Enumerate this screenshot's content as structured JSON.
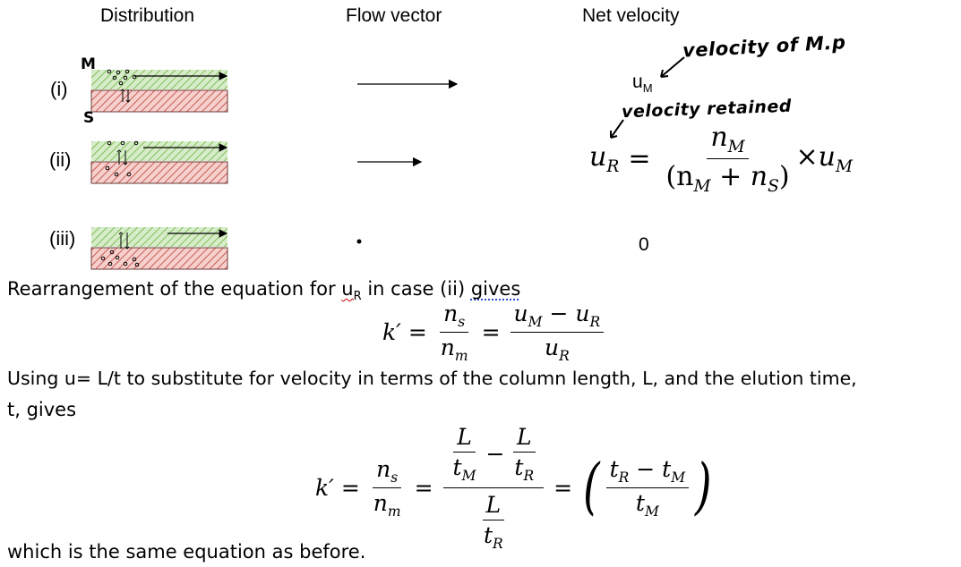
{
  "headers": {
    "distribution": "Distribution",
    "flow_vector": "Flow vector",
    "net_velocity": "Net velocity"
  },
  "cases": [
    "(i)",
    "(ii)",
    "(iii)"
  ],
  "annotations": {
    "m_label": "M",
    "s_label": "S",
    "velocity_mp": "velocity of M.p",
    "velocity_retained": "velocity retained"
  },
  "net_velocity": {
    "u_m": "u",
    "u_m_sub": "M",
    "eq_lhs": "u",
    "eq_lhs_sub": "R",
    "eq_num": "n",
    "eq_num_sub": "M",
    "eq_den_open": "(n",
    "eq_den_sub1": "M",
    "eq_den_plus": " + n",
    "eq_den_sub2": "S",
    "eq_den_close": ")",
    "eq_times": "×u",
    "eq_times_sub": "M",
    "zero": "0"
  },
  "text": {
    "line1_a": "Rearrangement of the equation for ",
    "line1_u": "u",
    "line1_sub": "R",
    "line1_b": " in case (ii) ",
    "line1_gives": "gives",
    "line2": "Using u= L/t to substitute for velocity in terms of the column length, L, and the elution time,",
    "line3": "t, gives",
    "line4": "which is the same equation as before."
  },
  "eq1": {
    "k": "k′",
    "eq": "=",
    "ns": "n",
    "ns_sub": "s",
    "nm": "n",
    "nm_sub": "m",
    "num_a": "u",
    "num_a_sub": "M",
    "num_minus": " − u",
    "num_b_sub": "R",
    "den": "u",
    "den_sub": "R"
  },
  "eq2": {
    "k": "k′",
    "eq": "=",
    "ns": "n",
    "ns_sub": "s",
    "nm": "n",
    "nm_sub": "m",
    "L": "L",
    "t": "t",
    "sub_M": "M",
    "sub_R": "R",
    "minus": "−",
    "paren_num_a": "t",
    "paren_num_minus": " − t",
    "paren_den": "t",
    "open": "(",
    "close": ")"
  },
  "colors": {
    "mobile_fill": "#d7ecc8",
    "mobile_hatch": "#7fbf5a",
    "stationary_fill": "#f6d0cc",
    "stationary_hatch": "#c85a55"
  }
}
